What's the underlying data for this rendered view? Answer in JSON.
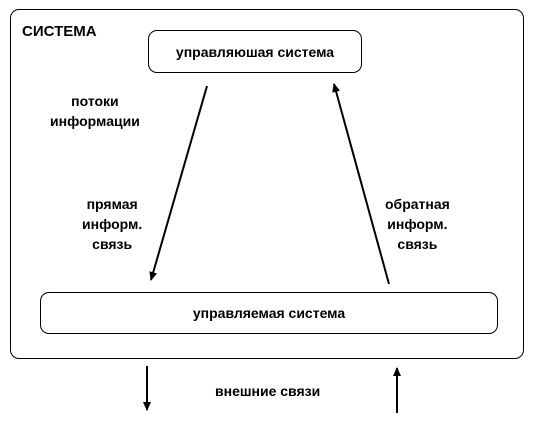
{
  "system": {
    "title": "СИСТЕМА"
  },
  "boxes": {
    "controlling": "управляюшая система",
    "controlled": "управляемая система"
  },
  "labels": {
    "flows": [
      "потоки",
      "информации"
    ],
    "direct": [
      "прямая",
      "информ.",
      "связь"
    ],
    "feedback": [
      "обратная",
      "информ.",
      "связь"
    ],
    "external": "внешние связи"
  },
  "colors": {
    "stroke": "#000000",
    "background": "#ffffff"
  }
}
